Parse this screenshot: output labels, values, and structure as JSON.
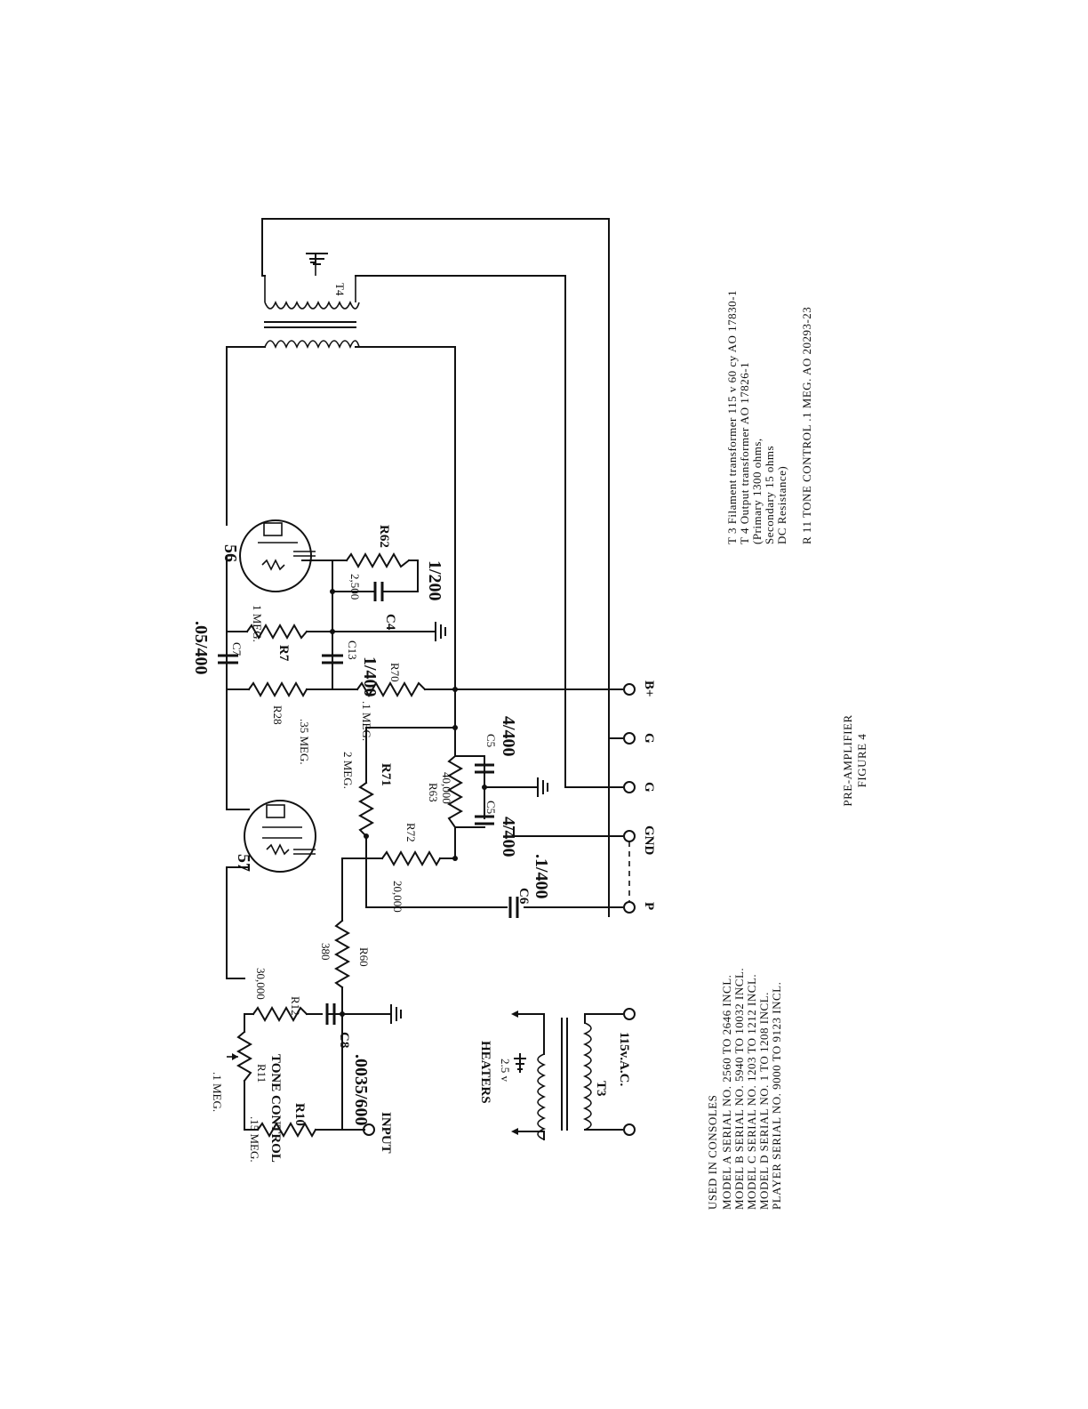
{
  "components": {
    "tube_57": "57",
    "tube_56": "56",
    "t4": "T4",
    "t3": "T3",
    "r10": "R10",
    "r10_value": ".15 MEG.",
    "r11": "R11",
    "r11_value": ".1 MEG.",
    "tone_control": "TONE CONTROL",
    "r12": "R12",
    "r12_value": "30,000",
    "c8": "C8",
    "c8_value": ".0035/600",
    "r60": "R60",
    "r60_value": "380",
    "c6": "C6",
    "c6_value": ".1/400",
    "r72": "R72",
    "r72_value": "20,000",
    "r71": "R71",
    "r71_value": "2 MEG.",
    "r63": "R63",
    "r63_value": "40,000",
    "c5a": "C5",
    "c5a_value": "4/400",
    "c5b": "C5",
    "c5b_value": "4/400",
    "r28": "R28",
    "r28_value": ".35 MEG.",
    "r70": "R70",
    "r70_value": ".1 MEG.",
    "c13": "C13",
    "c13_value": "1/400",
    "r7": "R7",
    "r7_value": "1 MEG.",
    "c7": "C7",
    "c7_value": ".05/400",
    "c4": "C4",
    "r62": "R62",
    "r62_value": "2,500",
    "c4_value": "1/200",
    "heaters": "HEATERS",
    "heaters_voltage": "2.5 v",
    "supply_voltage": "115v.A.C."
  },
  "terminals": {
    "input": "INPUT",
    "p": "P",
    "gnd": "GND",
    "g1": "G",
    "g2": "G",
    "bplus": "B+"
  },
  "notes": {
    "used_in": "USED IN CONSOLES",
    "lines": [
      "MODEL A SERIAL NO. 2560 TO 2646 INCL.",
      "MODEL B SERIAL NO. 5940 TO 10032 INCL.",
      "MODEL C SERIAL NO. 1203 TO 1212 INCL.",
      "MODEL D SERIAL NO. 1 TO 1208 INCL.",
      "PLAYER  SERIAL NO. 9000 TO 9123 INCL."
    ],
    "title": "PRE-AMPLIFIER",
    "figure": "FIGURE 4",
    "legend": [
      "T 3   Filament transformer  115 v 60 cy AO 17830-1",
      "T 4      Output transformer                  AO 17826-1",
      "          (Primary 1300 ohms,",
      "           Secondary 15 ohms",
      "           DC Resistance)",
      "",
      "R 11   TONE CONTROL  .1 MEG. AO 20293-23"
    ]
  }
}
